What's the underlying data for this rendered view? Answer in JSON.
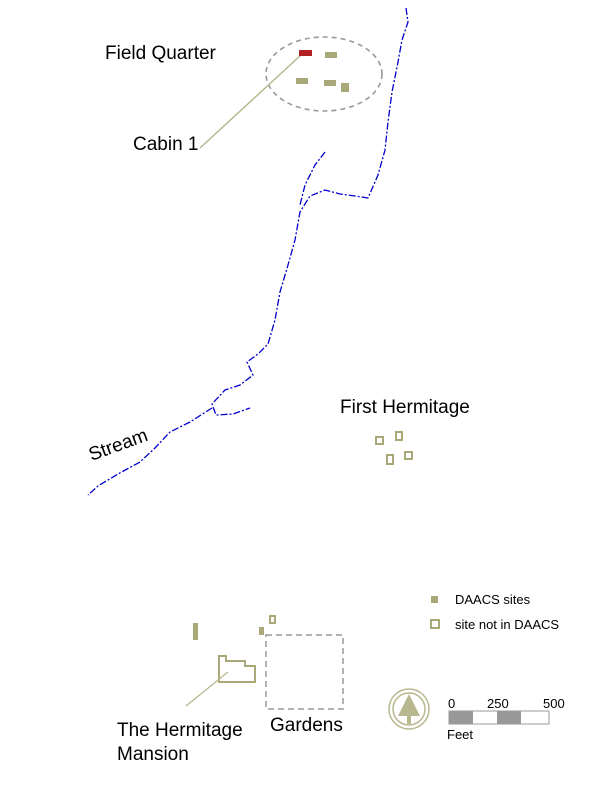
{
  "labels": {
    "field_quarter": "Field Quarter",
    "cabin1": "Cabin 1",
    "stream": "Stream",
    "first_hermitage": "First Hermitage",
    "mansion_line1": "The Hermitage",
    "mansion_line2": "Mansion",
    "gardens": "Gardens"
  },
  "legend": {
    "daacs": "DAACS sites",
    "not_daacs": "site not in DAACS"
  },
  "scale": {
    "t0": "0",
    "t1": "250",
    "t2": "500",
    "unit": "Feet"
  },
  "icons": {
    "north": "north-arrow-icon"
  },
  "colors": {
    "daacs": "#a8a878",
    "highlight": "#b22222",
    "stream": "#0000cc",
    "outline": "#a8a878",
    "dash": "#999999"
  }
}
